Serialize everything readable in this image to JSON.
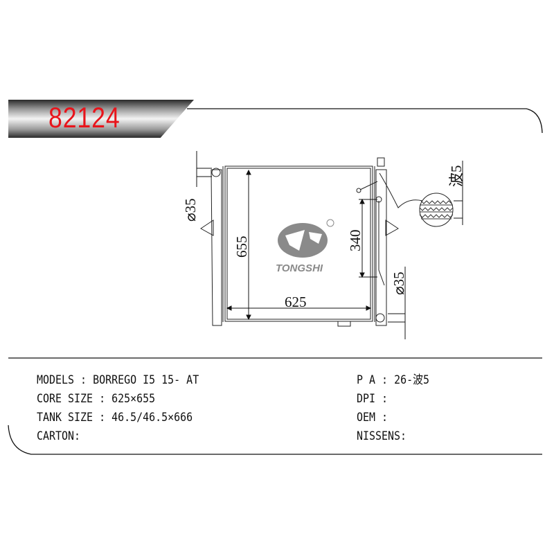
{
  "part_number": "82124",
  "logo": {
    "brand": "TONGSHI",
    "registered": "®"
  },
  "dimensions": {
    "width": "625",
    "height": "655",
    "pipe_distance": "340",
    "inlet_diameter": "⌀35",
    "outlet_diameter": "⌀35",
    "fin": "波5"
  },
  "specs_left": [
    {
      "label": "MODELS",
      "sep": " : ",
      "value": "BORREGO I5 15- AT"
    },
    {
      "label": "CORE SIZE",
      "sep": " : ",
      "value": "625×655"
    },
    {
      "label": "TANK SIZE",
      "sep": " : ",
      "value": "46.5/46.5×666"
    },
    {
      "label": "CARTON",
      "sep": ":",
      "value": ""
    }
  ],
  "specs_right": [
    {
      "label": "P A",
      "sep": " : ",
      "value": "26-波5"
    },
    {
      "label": "DPI",
      "sep": " : ",
      "value": ""
    },
    {
      "label": "OEM",
      "sep": " : ",
      "value": ""
    },
    {
      "label": "NISSENS",
      "sep": ":",
      "value": ""
    }
  ],
  "colors": {
    "part_number": "#e8141b",
    "logo": "#8a8a8a"
  }
}
